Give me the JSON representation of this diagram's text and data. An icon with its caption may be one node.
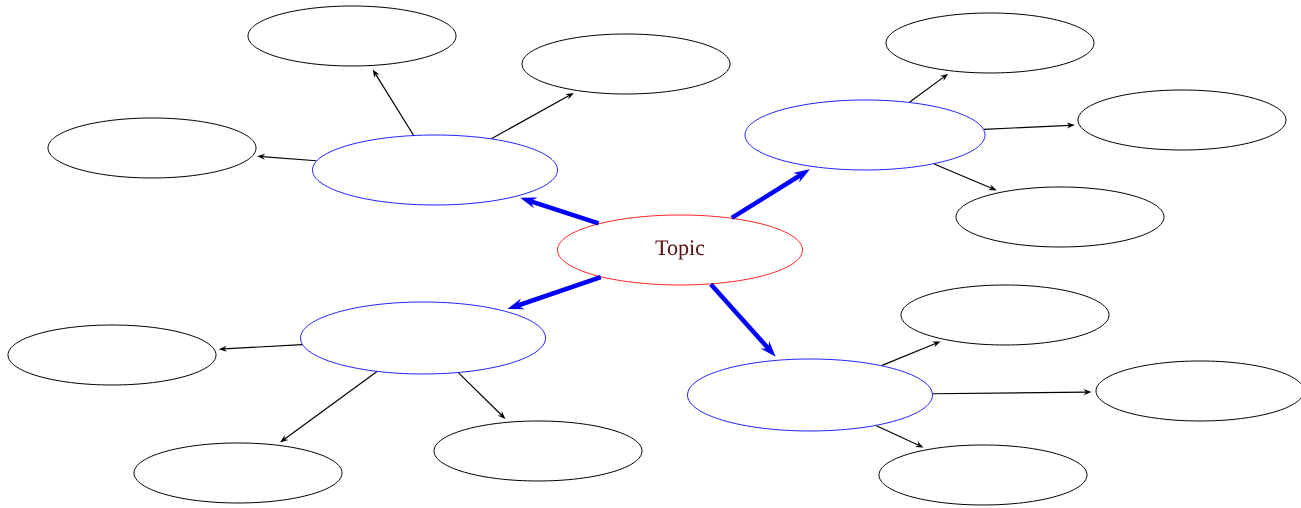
{
  "diagram": {
    "nodes": [
      {
        "text": [
          "Topic"
        ]
      },
      {
        "text": [],
        "shape": "ellipse"
      },
      {
        "text": [],
        "shape": "ellipse"
      },
      {
        "text": [],
        "shape": "ellipse"
      },
      {
        "text": [],
        "shape": "ellipse"
      },
      {
        "text": [],
        "shape": "ellipse"
      },
      {
        "text": [],
        "shape": "ellipse"
      },
      {
        "text": [],
        "shape": "ellipse"
      },
      {
        "text": [],
        "shape": "ellipse"
      },
      {
        "text": [],
        "shape": "ellipse"
      },
      {
        "text": [],
        "shape": "ellipse"
      },
      {
        "text": [],
        "shape": "ellipse"
      },
      {
        "text": [],
        "shape": "ellipse"
      },
      {
        "text": [],
        "shape": "ellipse"
      },
      {
        "text": [],
        "shape": "ellipse"
      },
      {
        "text": [],
        "shape": "ellipse"
      },
      {
        "text": [],
        "shape": "ellipse"
      }
    ],
    "edges": [
      {
        "from": 0,
        "to": 1,
        "arrow": "to",
        "style": "thick",
        "color": "#0000ff"
      },
      {
        "from": 0,
        "to": 2,
        "arrow": "to",
        "style": "thick",
        "color": "#0000ff"
      },
      {
        "from": 0,
        "to": 3,
        "arrow": "to",
        "style": "thick",
        "color": "#0000ff"
      },
      {
        "from": 0,
        "to": 4,
        "arrow": "to",
        "style": "thick",
        "color": "#0000ff"
      },
      {
        "from": 1,
        "to": 5,
        "arrow": "to"
      },
      {
        "from": 1,
        "to": 6,
        "arrow": "to"
      },
      {
        "from": 1,
        "to": 7,
        "arrow": "to"
      },
      {
        "from": 2,
        "to": 8,
        "arrow": "to"
      },
      {
        "from": 2,
        "to": 9,
        "arrow": "to"
      },
      {
        "from": 2,
        "to": 10,
        "arrow": "to"
      },
      {
        "from": 3,
        "to": 11,
        "arrow": "to"
      },
      {
        "from": 3,
        "to": 12,
        "arrow": "to"
      },
      {
        "from": 3,
        "to": 13,
        "arrow": "to"
      },
      {
        "from": 4,
        "to": 14,
        "arrow": "to"
      },
      {
        "from": 4,
        "to": 15,
        "arrow": "to"
      },
      {
        "from": 4,
        "to": 16,
        "arrow": "to"
      }
    ]
  }
}
